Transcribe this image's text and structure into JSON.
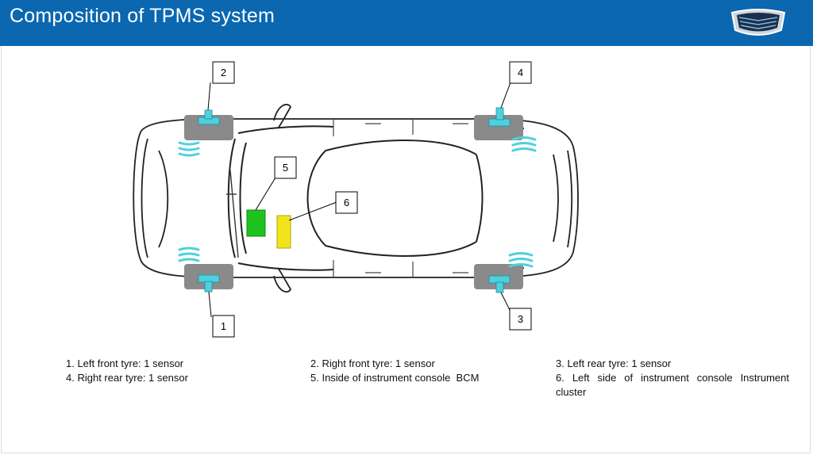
{
  "slide": {
    "title": "Composition of TPMS system"
  },
  "colors": {
    "header": "#0a67b0",
    "sensor": "#4fd0dc",
    "wheel_block": "#8a8a8a",
    "bcm": "#1fc21f",
    "instrument_cluster": "#f0e51a"
  },
  "callouts": [
    {
      "id": "1",
      "label": "1"
    },
    {
      "id": "2",
      "label": "2"
    },
    {
      "id": "3",
      "label": "3"
    },
    {
      "id": "4",
      "label": "4"
    },
    {
      "id": "5",
      "label": "5"
    },
    {
      "id": "6",
      "label": "6"
    }
  ],
  "legend": {
    "item1": "1. Left front tyre: 1 sensor",
    "item2": "2. Right front tyre: 1 sensor",
    "item3": "3. Left rear tyre: 1 sensor",
    "item4": "4. Right rear tyre: 1 sensor",
    "item5": "5. Inside of instrument console  BCM",
    "item6": "6. Left side of instrument console  Instrument cluster"
  }
}
